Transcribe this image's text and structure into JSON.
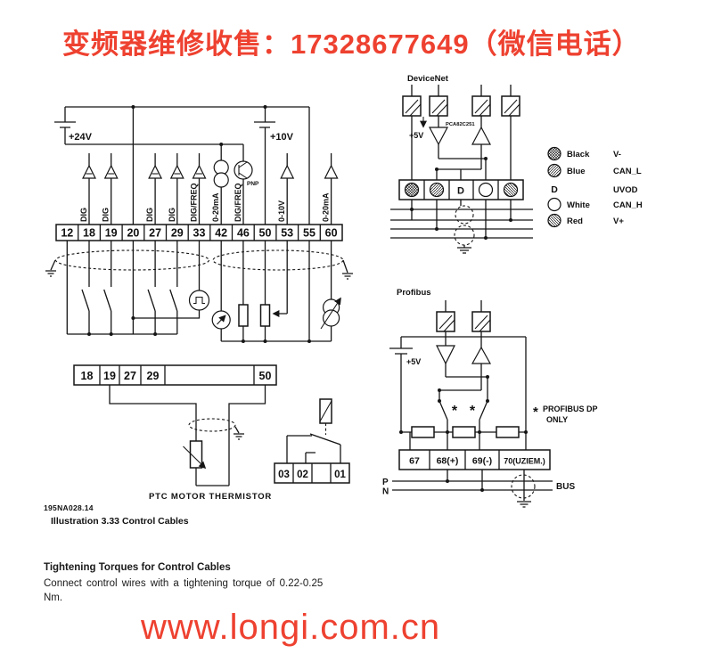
{
  "banner": {
    "text": "变频器维修收售：17328677649（微信电话）",
    "color": "#ee4130"
  },
  "control_diagram": {
    "supply_left": "+24V",
    "supply_right": "+10V",
    "terminal_strip1": [
      "12",
      "18",
      "19",
      "20",
      "27",
      "29",
      "33",
      "42",
      "46",
      "50",
      "53",
      "55",
      "60"
    ],
    "wire_labels": {
      "t18": "DIG",
      "t19": "DIG",
      "t27": "DIG",
      "t29": "DIG",
      "t33": "DIG/FREQ",
      "t42": "0-20mA",
      "t46": "DIG/FREQ",
      "t53": "0-10V",
      "t60": "0-20mA"
    },
    "pnp": "PNP",
    "terminal_strip2": [
      "18",
      "19",
      "27",
      "29",
      "50"
    ],
    "thermistor_caption": "PTC MOTOR THERMISTOR",
    "relay_terminals": [
      "03",
      "02",
      "01"
    ]
  },
  "devicenet": {
    "title": "DeviceNet",
    "supply": "+5V",
    "chip": "PCA82C251",
    "shield_terminal": "D",
    "legend": [
      {
        "marker": "circle-crosshatch",
        "name": "Black",
        "signal": "V-"
      },
      {
        "marker": "circle-diagonal",
        "name": "Blue",
        "signal": "CAN_L"
      },
      {
        "marker": "D",
        "name": "",
        "signal": "UVOD"
      },
      {
        "marker": "circle-open",
        "name": "White",
        "signal": "CAN_H"
      },
      {
        "marker": "circle-diagonal-reverse",
        "name": "Red",
        "signal": "V+"
      }
    ]
  },
  "profibus": {
    "title": "Profibus",
    "supply": "+5V",
    "switch_asterisk": "*",
    "note_marker": "*",
    "note_line1": "PROFIBUS DP",
    "note_line2": "ONLY",
    "terminals": [
      "67",
      "68(+)",
      "69(-)",
      "70(UZIEM.)"
    ],
    "line_p": "P",
    "line_n": "N",
    "bus_label": "BUS"
  },
  "captions": {
    "figure_id": "195NA028.14",
    "illustration": "Illustration 3.33 Control Cables",
    "torque_heading": "Tightening Torques for Control Cables",
    "torque_text_line1": "Connect control wires with a tightening torque of 0.22-0.25",
    "torque_text_line2": "Nm.",
    "website": "www.longi.com.cn"
  }
}
